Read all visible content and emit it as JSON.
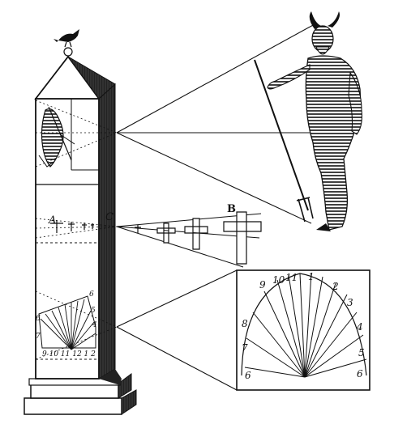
{
  "colors": {
    "ink": "#111111",
    "paper": "#ffffff",
    "hatch": "#333333"
  },
  "labels": {
    "a": "A",
    "b": "B",
    "c": "C"
  },
  "dial_numbers": [
    "6",
    "9",
    "10",
    "11",
    "1",
    "2",
    "3",
    "4",
    "5",
    "6",
    "7",
    "8"
  ],
  "small_dial_numbers_top": [
    "6",
    "5",
    "4"
  ],
  "small_dial_numbers_left": [
    "6",
    "7"
  ],
  "small_dial_bottom": "9 10 11 12 1 2",
  "figures": {
    "bird": "bird-figure",
    "devil": "devil-figure",
    "anamorphic_devil": "anamorphic-devil-figure",
    "crosses": "cross-icons"
  }
}
